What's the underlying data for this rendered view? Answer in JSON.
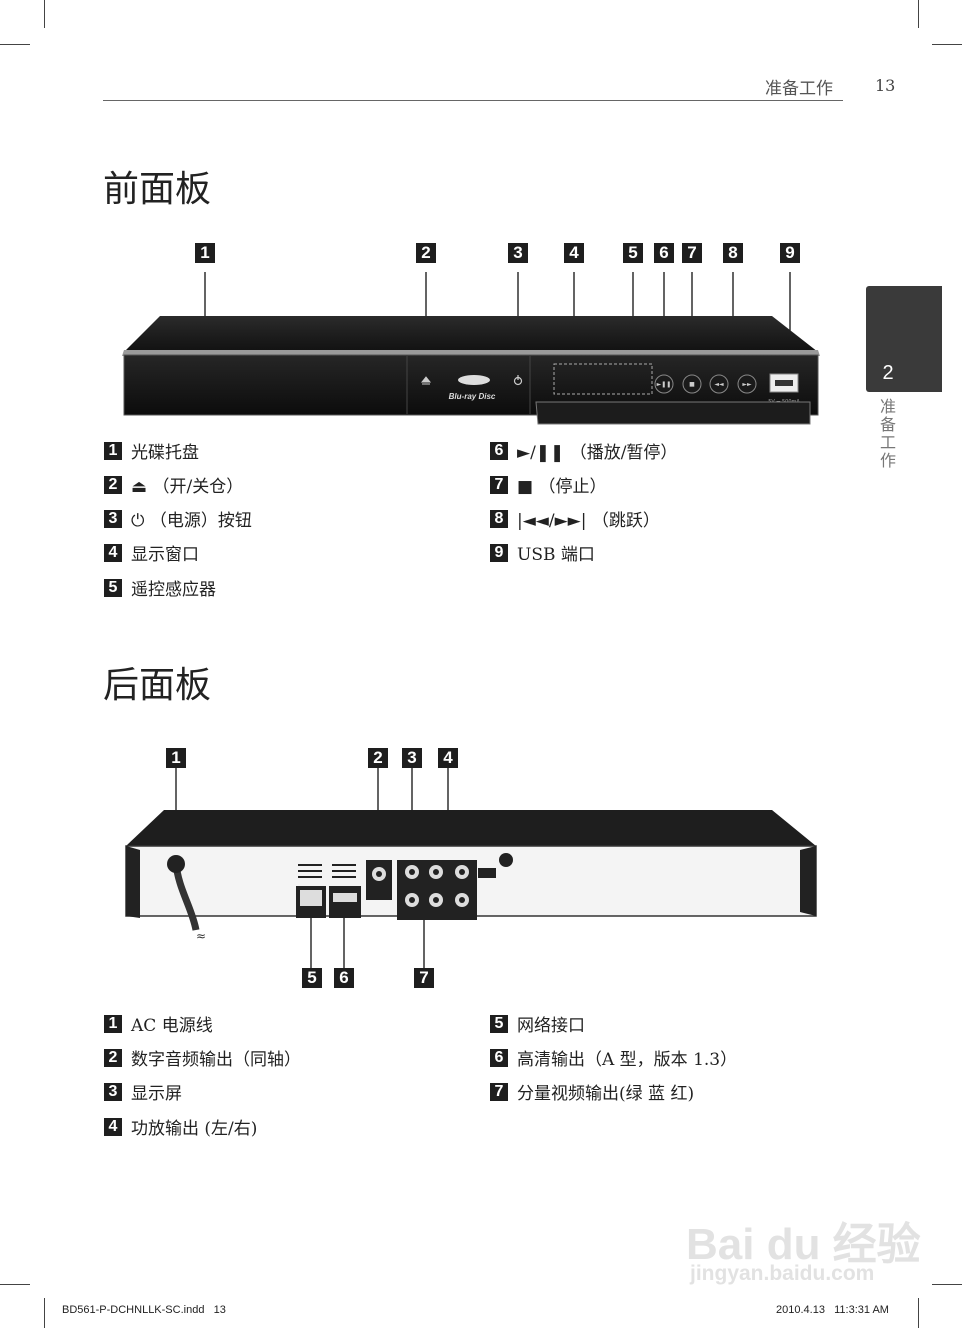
{
  "header": {
    "section": "准备工作",
    "page_number": "13"
  },
  "tab": {
    "number": "2",
    "label": "准备工作"
  },
  "front": {
    "title": "前面板",
    "callouts": [
      "1",
      "2",
      "3",
      "4",
      "5",
      "6",
      "7",
      "8",
      "9"
    ],
    "logo_text": "Blu-ray Disc",
    "usb_text": "5V ⎓ 500mA",
    "items": [
      {
        "num": "1",
        "label": "光碟托盘"
      },
      {
        "num": "2",
        "label": "⏏ （开/关仓）"
      },
      {
        "num": "3",
        "label": "⏻ （电源）按钮"
      },
      {
        "num": "4",
        "label": "显示窗口"
      },
      {
        "num": "5",
        "label": "遥控感应器"
      },
      {
        "num": "6",
        "label": "►/❚❚ （播放/暂停）"
      },
      {
        "num": "7",
        "label": "■ （停止）"
      },
      {
        "num": "8",
        "label": "|◄◄/►►| （跳跃）"
      },
      {
        "num": "9",
        "label": "USB 端口"
      }
    ]
  },
  "rear": {
    "title": "后面板",
    "callouts_top": [
      "1",
      "2",
      "3",
      "4"
    ],
    "callouts_bottom": [
      "5",
      "6",
      "7"
    ],
    "items": [
      {
        "num": "1",
        "label": "AC 电源线"
      },
      {
        "num": "2",
        "label": "数字音频输出（同轴）"
      },
      {
        "num": "3",
        "label": "显示屏"
      },
      {
        "num": "4",
        "label": "功放输出 (左/右)"
      },
      {
        "num": "5",
        "label": "网络接口"
      },
      {
        "num": "6",
        "label": "高清输出（A 型，版本 1.3）"
      },
      {
        "num": "7",
        "label": "分量视频输出(绿 蓝 红)"
      }
    ]
  },
  "footer": {
    "left": "BD561-P-DCHNLLK-SC.indd   13",
    "right": "2010.4.13   11:3:31 AM"
  },
  "watermark": {
    "brand": "Bai du 经验",
    "url": "jingyan.baidu.com"
  }
}
